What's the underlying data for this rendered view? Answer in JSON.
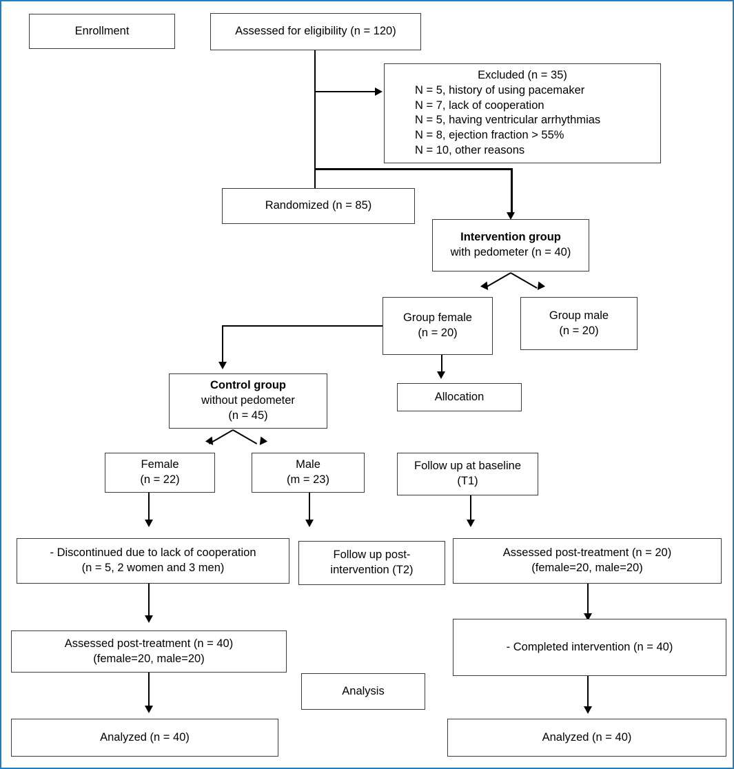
{
  "diagram": {
    "type": "consort-flow-diagram",
    "frame_color": "#1f7fc0",
    "stage_labels": {
      "enrollment": "Enrollment",
      "allocation": "Allocation",
      "analysis": "Analysis"
    },
    "nodes": {
      "enrollment": {
        "line1": "Enrollment"
      },
      "assessed_eligibility": {
        "line1": "Assessed for eligibility (n = 120)"
      },
      "excluded": {
        "title": "Excluded (n = 35)",
        "reasons": [
          "N = 5, history of using pacemaker",
          "N = 7, lack of cooperation",
          "N = 5, having ventricular arrhythmias",
          "N = 8, ejection fraction > 55%",
          "N = 10, other reasons"
        ]
      },
      "randomized": {
        "line1": "Randomized (n = 85)"
      },
      "intervention_group": {
        "line1": "Intervention group",
        "line2": "with pedometer (n = 40)"
      },
      "group_female": {
        "line1": "Group female",
        "line2": "(n = 20)"
      },
      "group_male": {
        "line1": "Group male",
        "line2": "(n = 20)"
      },
      "allocation": {
        "line1": "Allocation"
      },
      "control_group": {
        "line1": "Control group",
        "line2": "without pedometer",
        "line3": "(n = 45)"
      },
      "control_female": {
        "line1": "Female",
        "line2": "(n = 22)"
      },
      "control_male": {
        "line1": "Male",
        "line2": "(m = 23)"
      },
      "follow_up_baseline": {
        "line1": "Follow up at baseline",
        "line2": "(T1)"
      },
      "discontinued": {
        "line1": "- Discontinued due to lack of cooperation",
        "line2": "(n = 5, 2 women and 3 men)"
      },
      "follow_up_post": {
        "line1": "Follow up post-",
        "line2": "intervention (T2)"
      },
      "assessed_post_right": {
        "line1": "Assessed post-treatment (n = 20)",
        "line2": "(female=20, male=20)"
      },
      "assessed_post_left": {
        "line1": "Assessed post-treatment (n = 40)",
        "line2": "(female=20, male=20)"
      },
      "completed_intervention": {
        "line1": "- Completed intervention (n = 40)"
      },
      "analysis": {
        "line1": "Analysis"
      },
      "analyzed_left": {
        "line1": "Analyzed (n = 40)"
      },
      "analyzed_right": {
        "line1": "Analyzed (n = 40)"
      }
    }
  }
}
